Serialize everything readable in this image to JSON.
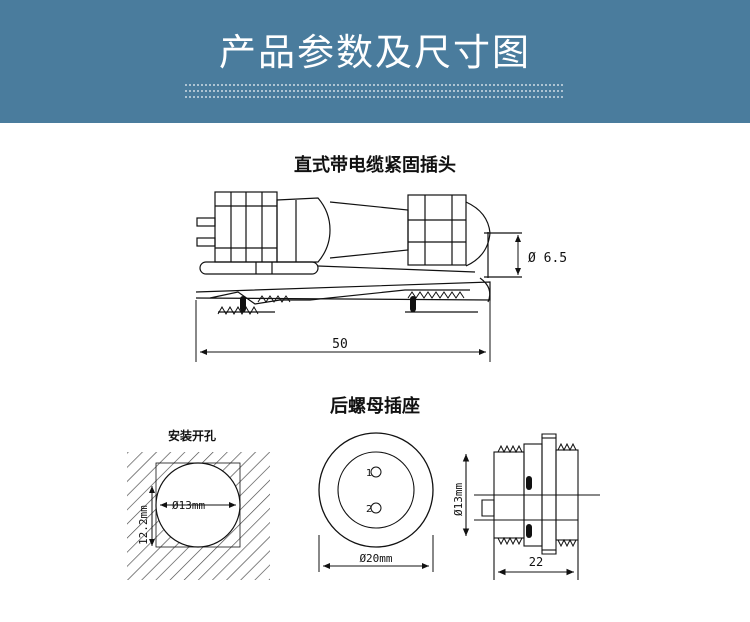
{
  "banner": {
    "title": "产品参数及尺寸图",
    "color": "#4a7c9d"
  },
  "plug": {
    "title": "直式带电缆紧固插头",
    "diameter_label": "Ø 6.5",
    "length_label": "50"
  },
  "socket": {
    "title": "后螺母插座",
    "cutout": {
      "title": "安装开孔",
      "hole_label": "Ø13mm",
      "height_label": "12.2mm"
    },
    "front": {
      "pin1": "1",
      "pin2": "2",
      "diameter_label": "Ø20mm"
    },
    "side": {
      "diameter_label": "Ø13mm",
      "length_label": "22"
    }
  }
}
